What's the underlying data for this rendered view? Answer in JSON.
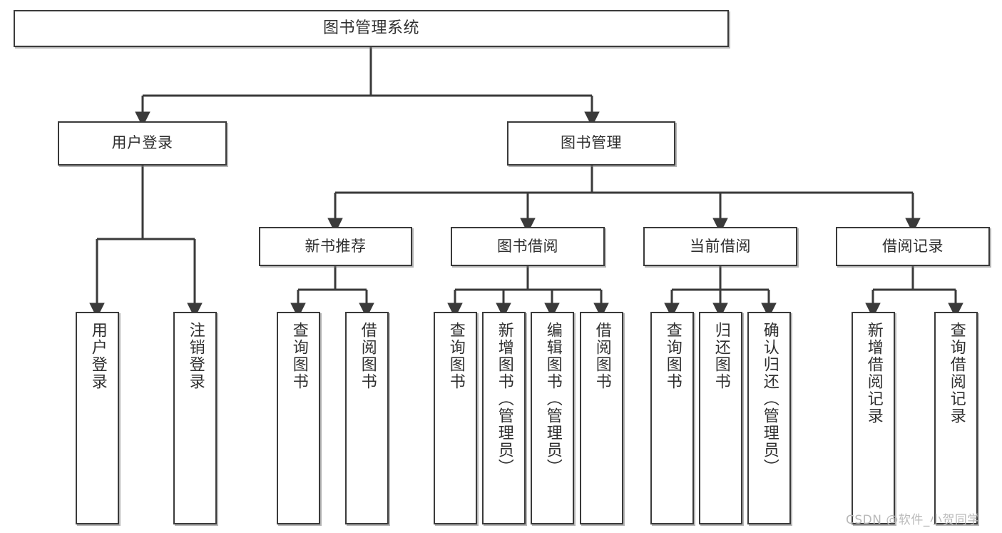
{
  "diagram": {
    "title": "图书管理系统",
    "watermark": "CSDN @软件_小贺同学",
    "colors": {
      "border": "#3a3a3a",
      "text": "#2f2f2f",
      "background": "#ffffff",
      "watermark": "#b9b9b9"
    },
    "nodes": {
      "root": {
        "label": "图书管理系统"
      },
      "tier2": [
        {
          "label": "用户登录"
        },
        {
          "label": "图书管理"
        }
      ],
      "tier3": [
        {
          "label": "新书推荐"
        },
        {
          "label": "图书借阅"
        },
        {
          "label": "当前借阅"
        },
        {
          "label": "借阅记录"
        }
      ],
      "leaves": [
        {
          "label": "用户登录"
        },
        {
          "label": "注销登录"
        },
        {
          "label": "查询图书"
        },
        {
          "label": "借阅图书"
        },
        {
          "label": "查询图书"
        },
        {
          "label": "新增图书（管理员）"
        },
        {
          "label": "编辑图书（管理员）"
        },
        {
          "label": "借阅图书"
        },
        {
          "label": "查询图书"
        },
        {
          "label": "归还图书"
        },
        {
          "label": "确认归还（管理员）"
        },
        {
          "label": "新增借阅记录"
        },
        {
          "label": "查询借阅记录"
        }
      ]
    }
  }
}
